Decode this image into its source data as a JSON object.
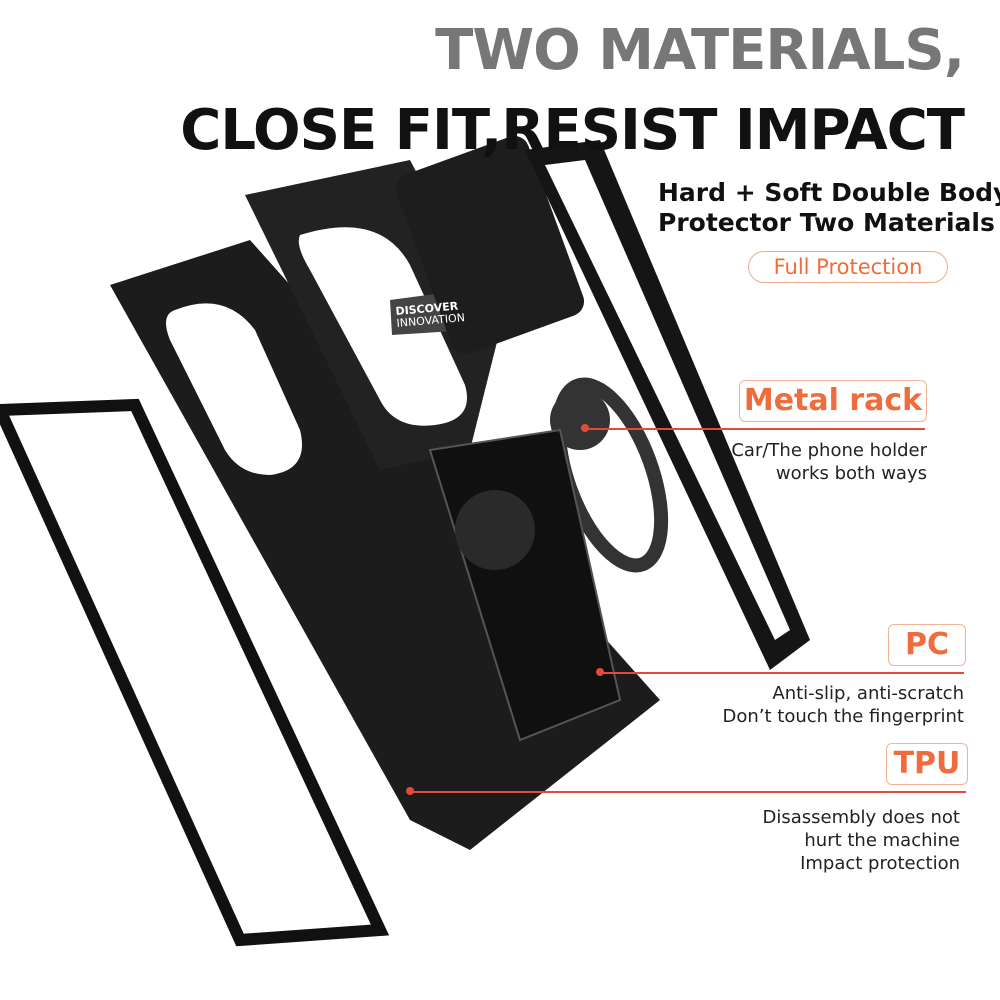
{
  "headline": {
    "line1": "TWO MATERIALS,",
    "line2": "CLOSE FIT,RESIST IMPACT"
  },
  "subheadline": {
    "line1": "Hard + Soft Double Body",
    "line2": "Protector Two Materials"
  },
  "pill_label": "Full Protection",
  "callouts": [
    {
      "label": "Metal rack",
      "desc": [
        "Car/The phone holder",
        "works both ways"
      ]
    },
    {
      "label": "PC",
      "desc": [
        "Anti-slip, anti-scratch",
        "Don’t touch the fingerprint"
      ]
    },
    {
      "label": "TPU",
      "desc": [
        "Disassembly does not",
        "hurt the machine",
        "Impact protection"
      ]
    }
  ],
  "product_print": [
    "DISCOVER",
    "INNOVATION"
  ],
  "colors": {
    "accent": "#ef6c3c",
    "line": "#e24a3b",
    "headline_gray": "#777777",
    "product": "#1a1a1a"
  }
}
